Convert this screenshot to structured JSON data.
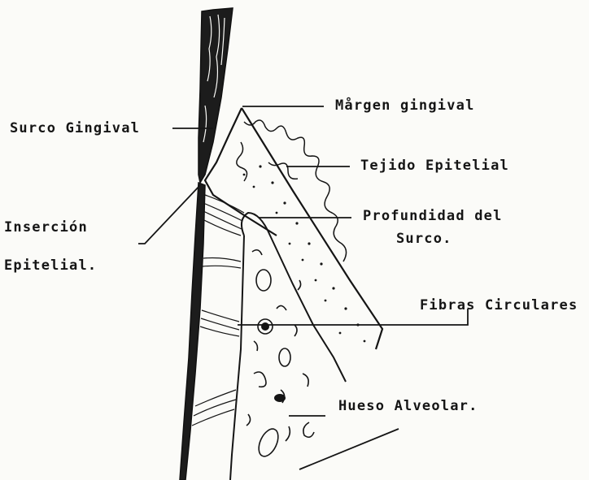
{
  "labels": {
    "margen_gingival": "Mårgen gingival",
    "surco_gingival": "Surco Gingival",
    "tejido_epitelial": "Tejido Epitelial",
    "insercion_line1": "Inserción",
    "insercion_line2": "Epitelial.",
    "profundidad_line1": "Profundidad del",
    "profundidad_line2": "Surco.",
    "fibras_circulares": "Fibras Circulares",
    "hueso_alveolar": "Hueso Alveolar."
  },
  "colors": {
    "ink": "#151515",
    "paper": "#fbfbf8"
  }
}
